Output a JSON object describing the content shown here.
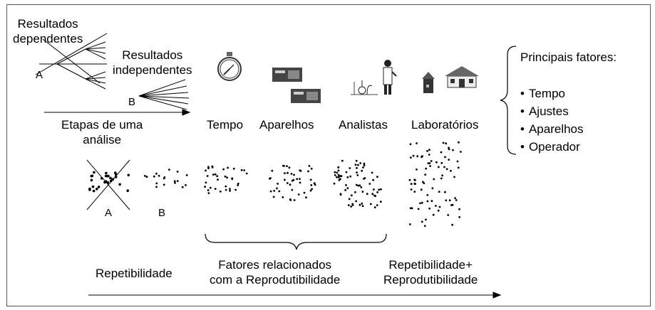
{
  "labels": {
    "resultados_dependentes": [
      "Resultados",
      "dependentes"
    ],
    "resultados_independentes": [
      "Resultados",
      "independentes"
    ],
    "etapas": [
      "Etapas de uma",
      "análise"
    ],
    "label_a_top": "A",
    "label_b_top": "B",
    "label_a_bottom": "A",
    "label_b_bottom": "B"
  },
  "factors": [
    "Tempo",
    "Aparelhos",
    "Analistas",
    "Laboratórios"
  ],
  "principal_factors": {
    "title": "Principais fatores:",
    "items": [
      "Tempo",
      "Ajustes",
      "Aparelhos",
      "Operador"
    ]
  },
  "bottom": {
    "repetibilidade": "Repetibilidade",
    "fatores": [
      "Fatores relacionados",
      "com a Reprodutibilidade"
    ],
    "repet_reprod": [
      "Repetibilidade+",
      "Reprodutibilidade"
    ]
  }
}
